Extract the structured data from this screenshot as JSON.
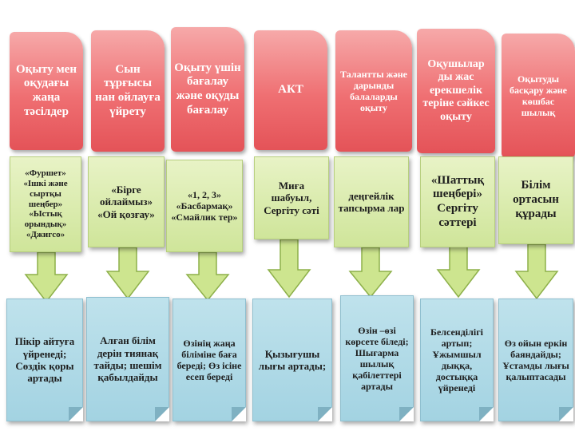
{
  "columns": [
    {
      "header": "Оқыту мен оқудағы жаңа тәсілдер",
      "method": "«Фуршет» «Ішкі және сыртқы шеңбер» «Ыстық орындық» «Джигсо»",
      "outcome": "Пікір айтуға үйренеді; Сөздік қоры артады"
    },
    {
      "header": "Сын тұрғысы нан ойлауға үйрету",
      "method": "«Бірге ойлаймыз» «Ой қозғау»",
      "outcome": "Алған білім дерін тиянақ тайды; шешім қабылдайды"
    },
    {
      "header": "Оқыту үшін бағалау және оқуды бағалау",
      "method": "«1, 2, 3» «Басбармақ» «Смайлик тер»",
      "outcome": "Өзінің жаңа біліміне баға береді; Өз ісіне есеп береді"
    },
    {
      "header": "АКТ",
      "method": "Миға шабуыл, Сергіту сәті",
      "outcome": "Қызығушы лығы артады;"
    },
    {
      "header": "Талантты және дарынды балаларды оқыту",
      "method": "деңгейлік тапсырма лар",
      "outcome": "Өзін –өзі көрсете біледі; Шығарма шылық қабілеттері артады"
    },
    {
      "header": "Оқушылар ды жас ерекшелік теріне сәйкес оқыту",
      "method": "«Шаттық шеңбері» Сергіту сәттері",
      "outcome": "Белсенділігі артып; Ұжымшыл дыққа, достыққа үйренеді"
    },
    {
      "header": "Оқытуды басқару және көшбас шылық",
      "method": "Білім ортасын құрады",
      "outcome": "Өз ойын еркін баяндайды; Ұстамды лығы қалыптасады"
    }
  ]
}
